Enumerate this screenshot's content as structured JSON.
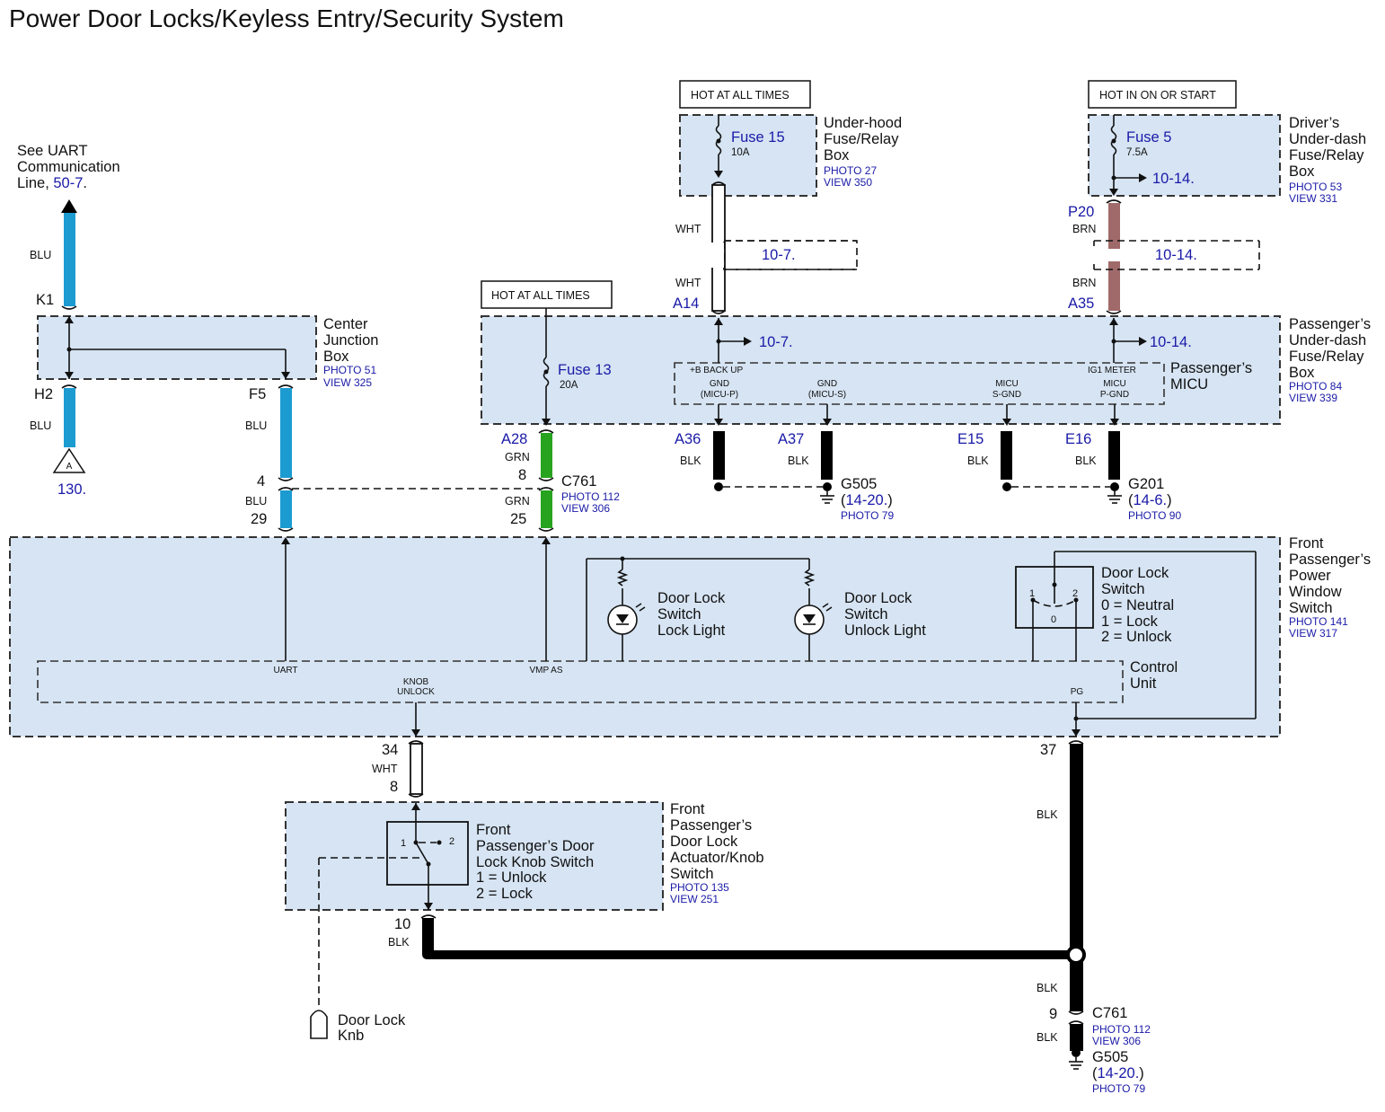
{
  "page_title": "Power Door Locks/Keyless Entry/Security System",
  "colors": {
    "blu": "#1c9bd1",
    "grn": "#27a31f",
    "brn": "#a06a6a",
    "blk": "#000000",
    "wht": "#ffffff",
    "component_fill": "#d6e4f3",
    "ref_text": "#1a1aa8"
  },
  "hot": {
    "always": "HOT AT ALL TIMES",
    "on_start": "HOT IN ON OR START"
  },
  "fuses": {
    "f15": {
      "name": "Fuse 15",
      "rating": "10A"
    },
    "f5": {
      "name": "Fuse 5",
      "rating": "7.5A"
    },
    "f13": {
      "name": "Fuse 13",
      "rating": "20A"
    }
  },
  "underhood_box": {
    "l1": "Under-hood",
    "l2": "Fuse/Relay",
    "l3": "Box",
    "photo": "PHOTO 27",
    "view": "VIEW 350"
  },
  "driver_box": {
    "l1": "Driver’s",
    "l2": "Under-dash",
    "l3": "Fuse/Relay",
    "l4": "Box",
    "photo": "PHOTO 53",
    "view": "VIEW 331"
  },
  "passenger_box": {
    "l1": "Passenger’s",
    "l2": "Under-dash",
    "l3": "Fuse/Relay",
    "l4": "Box",
    "photo": "PHOTO 84",
    "view": "VIEW 339"
  },
  "micu": {
    "l1": "Passenger’s",
    "l2": "MICU",
    "b_backup": "+B BACK UP",
    "ig1_meter": "IG1 METER",
    "gnd_p_1": "GND",
    "gnd_p_2": "(MICU-P)",
    "gnd_s_1": "GND",
    "gnd_s_2": "(MICU-S)",
    "micu_sg_1": "MICU",
    "micu_sg_2": "S-GND",
    "micu_pg_1": "MICU",
    "micu_pg_2": "P-GND"
  },
  "center_jbox": {
    "l1": "Center",
    "l2": "Junction",
    "l3": "Box",
    "photo": "PHOTO 51",
    "view": "VIEW 325"
  },
  "uart_ref": {
    "l1": "See UART",
    "l2": "Communication",
    "l3": "Line,",
    "link": "50-7",
    "dot": "."
  },
  "refs": {
    "r10_7": "10-7.",
    "r10_14": "10-14.",
    "r130": "130."
  },
  "wires": {
    "blu": "BLU",
    "grn": "GRN",
    "wht": "WHT",
    "brn": "BRN",
    "blk": "BLK"
  },
  "pins": {
    "k1": "K1",
    "h2": "H2",
    "f5": "F5",
    "a28": "A28",
    "a14": "A14",
    "a35": "A35",
    "a36": "A36",
    "a37": "A37",
    "e15": "E15",
    "e16": "E16",
    "p20": "P20",
    "n4": "4",
    "n29": "29",
    "n8": "8",
    "n25": "25",
    "n34": "34",
    "n8b": "8",
    "n37": "37",
    "n10": "10",
    "n9": "9"
  },
  "offpage_a": "A",
  "c761_top": {
    "name": "C761",
    "photo": "PHOTO 112",
    "view": "VIEW 306"
  },
  "g505_top": {
    "name": "G505",
    "open": "(",
    "ref": "14-20.",
    "close": ")",
    "photo": "PHOTO 79"
  },
  "g201": {
    "name": "G201",
    "open": "(",
    "ref": "14-6.",
    "close": ")",
    "photo": "PHOTO 90"
  },
  "pwr_switch": {
    "l1": "Front",
    "l2": "Passenger’s",
    "l3": "Power",
    "l4": "Window",
    "l5": "Switch",
    "photo": "PHOTO 141",
    "view": "VIEW 317"
  },
  "control_unit": {
    "l1": "Control",
    "l2": "Unit",
    "uart": "UART",
    "vmp_as": "VMP AS",
    "knob_1": "KNOB",
    "knob_2": "UNLOCK",
    "pg": "PG"
  },
  "lock_light": {
    "l1": "Door Lock",
    "l2": "Switch",
    "l3": "Lock Light"
  },
  "unlock_light": {
    "l1": "Door Lock",
    "l2": "Switch",
    "l3": "Unlock Light"
  },
  "door_lock_switch": {
    "l1": "Door Lock",
    "l2": "Switch",
    "l3": "0 = Neutral",
    "l4": "1 = Lock",
    "l5": "2 = Unlock",
    "p0": "0",
    "p1": "1",
    "p2": "2"
  },
  "actuator": {
    "l1": "Front",
    "l2": "Passenger’s",
    "l3": "Door Lock",
    "l4": "Actuator/Knob",
    "l5": "Switch",
    "photo": "PHOTO 135",
    "view": "VIEW 251"
  },
  "knob_switch": {
    "l1": "Front",
    "l2": "Passenger’s Door",
    "l3": "Lock Knob Switch",
    "l4": "1 = Unlock",
    "l5": "2 = Lock",
    "p1": "1",
    "p2": "2"
  },
  "door_lock_knb": {
    "l1": "Door Lock",
    "l2": "Knb"
  },
  "c761_bottom": {
    "name": "C761",
    "photo": "PHOTO 112",
    "view": "VIEW 306"
  },
  "g505_bottom": {
    "name": "G505",
    "open": "(",
    "ref": "14-20.",
    "close": ")",
    "photo": "PHOTO 79"
  }
}
